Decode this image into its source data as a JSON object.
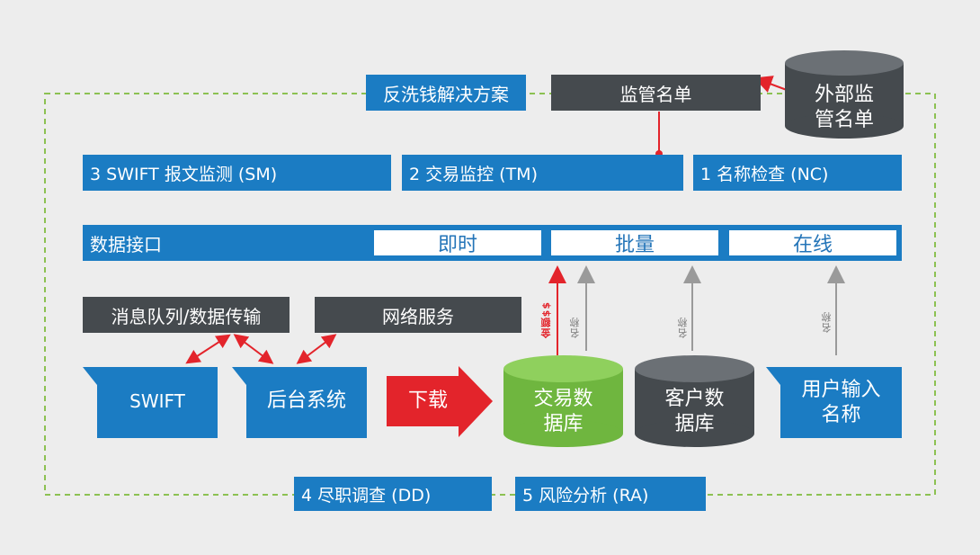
{
  "boxes": {
    "aml_solution": "反洗钱解决方案",
    "watchlist": "监管名单",
    "external_watchlist": [
      "外部监",
      "管名单"
    ],
    "sm": "3 SWIFT 报文监测 (SM)",
    "tm": "2 交易监控 (TM)",
    "nc": "1 名称检查 (NC)",
    "data_interface": "数据接口",
    "realtime": "即时",
    "batch": "批量",
    "online": "在线",
    "mq": "消息队列/数据传输",
    "web_service": "网络服务",
    "swift": "SWIFT",
    "backend": "后台系统",
    "download": "下载",
    "trade_db": [
      "交易数",
      "据库"
    ],
    "customer_db": [
      "客户数",
      "据库"
    ],
    "user_input": [
      "用户输入",
      "名称"
    ],
    "dd": "4 尽职调查 (DD)",
    "ra": "5 风险分析 (RA)"
  },
  "arrow_labels": {
    "amount": "金额$$",
    "name": "名称"
  },
  "colors": {
    "blue": "#1b7cc3",
    "dark": "#454a4e",
    "green": "#6fb63f",
    "red": "#e3242b",
    "dashed": "#8cc152",
    "gray_arrow": "#9a9a9a"
  }
}
